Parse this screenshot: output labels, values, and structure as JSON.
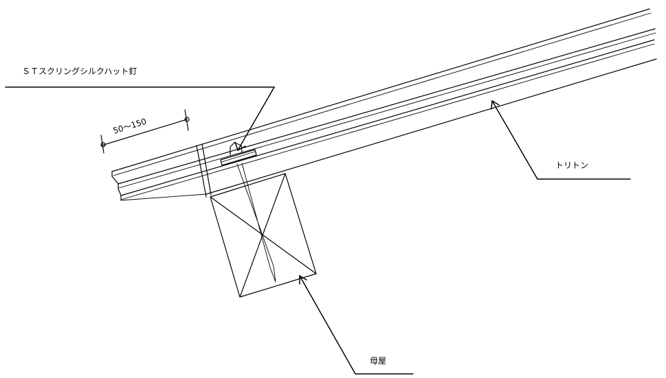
{
  "labels": {
    "nail": "ＳＴスクリングシルクハット釘",
    "roof_panel": "トリトン",
    "purlin": "母屋",
    "dimension": "50～150"
  },
  "colors": {
    "line": "#000000",
    "background": "#ffffff"
  }
}
